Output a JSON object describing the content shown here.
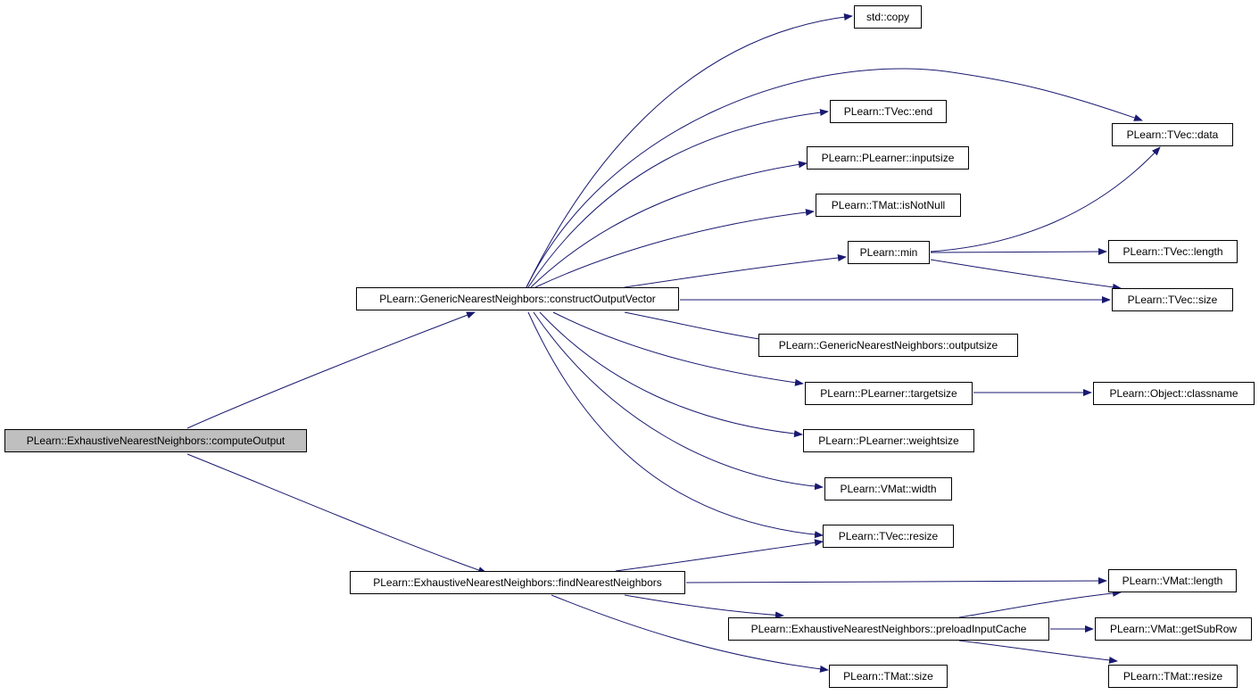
{
  "nodes": {
    "root": "PLearn::ExhaustiveNearestNeighbors::computeOutput",
    "construct": "PLearn::GenericNearestNeighbors::constructOutputVector",
    "find": "PLearn::ExhaustiveNearestNeighbors::findNearestNeighbors",
    "copy": "std::copy",
    "end": "PLearn::TVec::end",
    "inputsize": "PLearn::PLearner::inputsize",
    "isnotnull": "PLearn::TMat::isNotNull",
    "min": "PLearn::min",
    "outputsize": "PLearn::GenericNearestNeighbors::outputsize",
    "targetsize": "PLearn::PLearner::targetsize",
    "weightsize": "PLearn::PLearner::weightsize",
    "vmat_width": "PLearn::VMat::width",
    "tvec_resize": "PLearn::TVec::resize",
    "preload": "PLearn::ExhaustiveNearestNeighbors::preloadInputCache",
    "tmat_size": "PLearn::TMat::size",
    "tvec_data": "PLearn::TVec::data",
    "tvec_length": "PLearn::TVec::length",
    "tvec_size": "PLearn::TVec::size",
    "classname": "PLearn::Object::classname",
    "vmat_length": "PLearn::VMat::length",
    "getsubrow": "PLearn::VMat::getSubRow",
    "tmat_resize": "PLearn::TMat::resize"
  },
  "colors": {
    "edge": "#191970",
    "root_fill": "#bfbfbf",
    "border": "#000000"
  }
}
